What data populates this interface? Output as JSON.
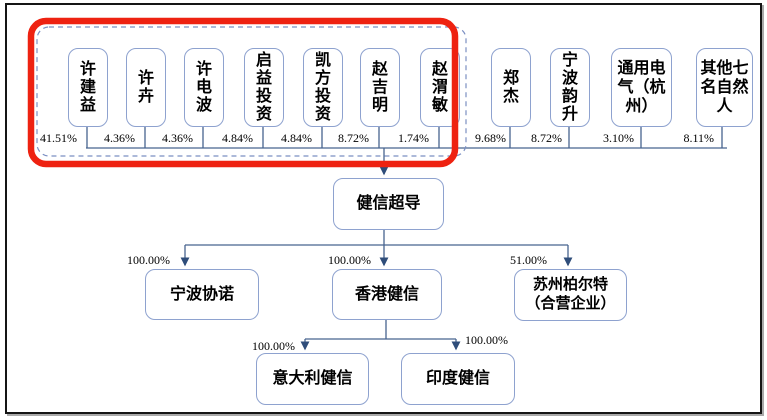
{
  "diagram": {
    "title_entity": "健信超导",
    "shareholders": [
      {
        "name": "许建益",
        "percent": "41.51%"
      },
      {
        "name": "许卉",
        "percent": "4.36%"
      },
      {
        "name": "许电波",
        "percent": "4.36%"
      },
      {
        "name": "启益投资",
        "percent": "4.84%"
      },
      {
        "name": "凯方投资",
        "percent": "4.84%"
      },
      {
        "name": "赵吉明",
        "percent": "8.72%"
      },
      {
        "name": "赵渭敏",
        "percent": "1.74%"
      },
      {
        "name": "郑杰",
        "percent": "9.68%"
      },
      {
        "name": "宁波韵升",
        "percent": "8.72%"
      },
      {
        "name": "通用电气（杭州）",
        "percent": "3.10%"
      },
      {
        "name": "其他七名自然人",
        "percent": "8.11%"
      }
    ],
    "subsidiaries": [
      {
        "name": "宁波协诺",
        "percent": "100.00%"
      },
      {
        "name": "香港健信",
        "percent": "100.00%"
      },
      {
        "name": "苏州柏尔特\n（合营企业）",
        "percent": "51.00%"
      }
    ],
    "hk_subsidiaries": [
      {
        "name": "意大利健信",
        "percent": "100.00%"
      },
      {
        "name": "印度健信",
        "percent": "100.00%"
      }
    ],
    "annotation": {
      "highlight_color": "#ee2211",
      "dashed_outline_color": "#7b8fc2",
      "highlighted_shareholders_count": 7
    },
    "colors": {
      "box_border": "#8ea2cf",
      "connector": "#47648f",
      "frame": "#151515"
    }
  }
}
